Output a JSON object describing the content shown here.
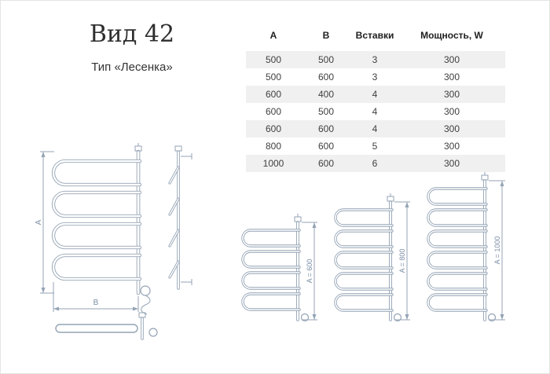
{
  "page": {
    "title": "Вид 42",
    "subtitle": "Тип «Лесенка»"
  },
  "table": {
    "headers": [
      "А",
      "В",
      "Вставки",
      "Мощность, W"
    ],
    "rows": [
      [
        "500",
        "500",
        "3",
        "300"
      ],
      [
        "500",
        "600",
        "3",
        "300"
      ],
      [
        "600",
        "400",
        "4",
        "300"
      ],
      [
        "600",
        "500",
        "4",
        "300"
      ],
      [
        "600",
        "600",
        "4",
        "300"
      ],
      [
        "800",
        "600",
        "5",
        "300"
      ],
      [
        "1000",
        "600",
        "6",
        "300"
      ]
    ]
  },
  "drawings": {
    "front_view": {
      "dim_a": "A",
      "dim_b": "B",
      "loops": 4
    },
    "variants": [
      {
        "dim_label": "A = 600",
        "loops": 4
      },
      {
        "dim_label": "A = 800",
        "loops": 5
      },
      {
        "dim_label": "A = 1000",
        "loops": 6
      }
    ]
  },
  "colors": {
    "line": "#94a3b4",
    "dim_text": "#7b8fa6",
    "row_alt": "#f0f0f0"
  }
}
